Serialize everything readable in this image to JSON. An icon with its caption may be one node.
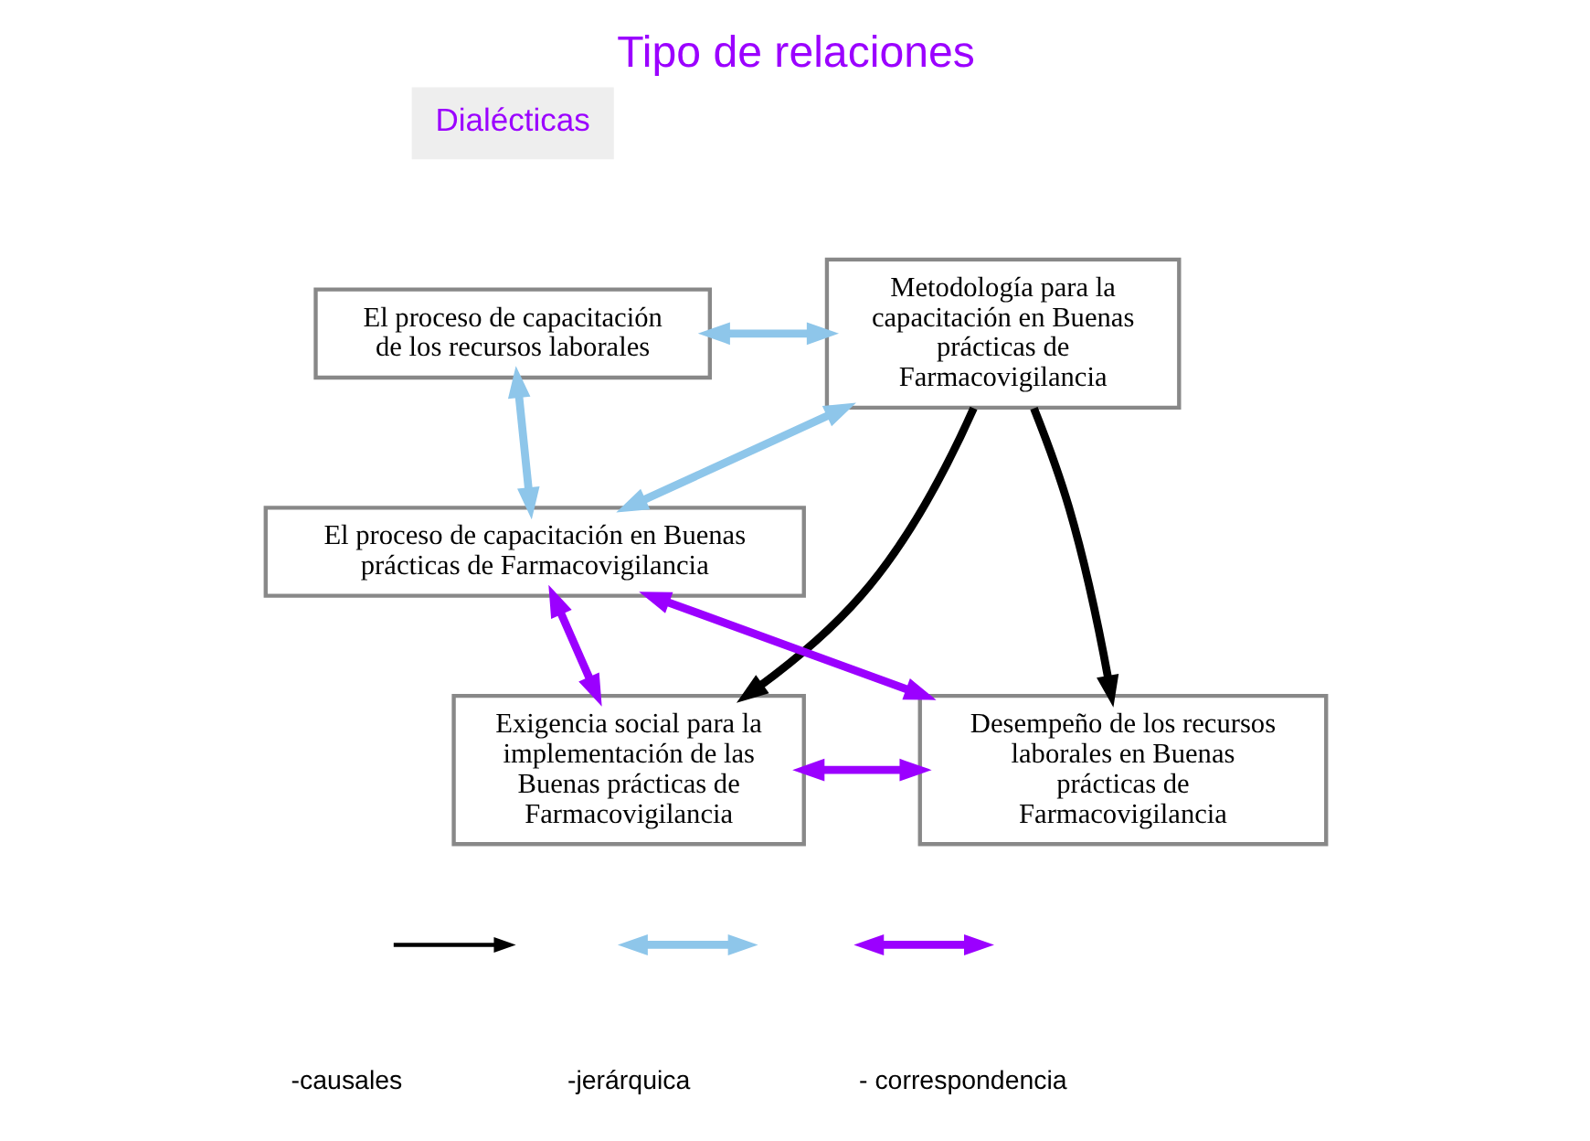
{
  "diagram": {
    "title": "Tipo de relaciones",
    "nodes": [
      {
        "text": [
          "El proceso de capacitación de los recursos laborales"
        ]
      },
      {
        "text": [
          "Metodología para la capacitación en Buenas prácticas de Farmacovigilancia"
        ]
      },
      {
        "text": [
          "El proceso de capacitación en Buenas prácticas de Farmacovigilancia"
        ]
      },
      {
        "text": [
          "Exigencia social para la implementación de las Buenas prácticas de Farmacovigilancia"
        ]
      },
      {
        "text": [
          "Desempeño de los recursos laborales en Buenas prácticas de Farmacovigilancia"
        ]
      }
    ],
    "edges": [
      {
        "from": 0,
        "to": 1,
        "arrow": "both",
        "color": "#8ec6ea"
      },
      {
        "from": 0,
        "to": 2,
        "arrow": "both",
        "color": "#8ec6ea"
      },
      {
        "from": 1,
        "to": 2,
        "arrow": "both",
        "color": "#8ec6ea"
      },
      {
        "from": 2,
        "to": 3,
        "arrow": "both",
        "color": "#9b00ff"
      },
      {
        "from": 2,
        "to": 4,
        "arrow": "both",
        "color": "#9b00ff"
      },
      {
        "from": 3,
        "to": 4,
        "arrow": "both",
        "color": "#9b00ff"
      },
      {
        "from": 1,
        "to": 3,
        "arrow": "to",
        "color": "#000000"
      },
      {
        "from": 1,
        "to": 4,
        "arrow": "to",
        "color": "#000000"
      }
    ],
    "labels": [
      "Dialécticas"
    ],
    "legend": [
      {
        "text": "-causales"
      },
      {
        "text": "-jerárquica"
      },
      {
        "text": "- correspondencia"
      }
    ]
  }
}
